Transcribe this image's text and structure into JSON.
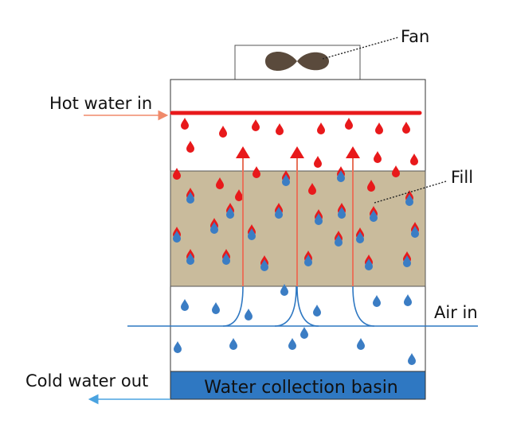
{
  "labels": {
    "fan": "Fan",
    "hot_water_in": "Hot water in",
    "fill": "Fill",
    "air_in": "Air in",
    "cold_water_out": "Cold water out",
    "basin": "Water collection basin"
  },
  "colors": {
    "hot_water": "#e8191b",
    "cold_water": "#3b7dc4",
    "fill": "#c9bb9c",
    "basin": "#2f78c2",
    "fan": "#5a4a3c",
    "air_flow": "#2f78c2",
    "hot_inlet_arrow": "#f08a6a",
    "cold_outlet_arrow": "#4aa3e0"
  }
}
